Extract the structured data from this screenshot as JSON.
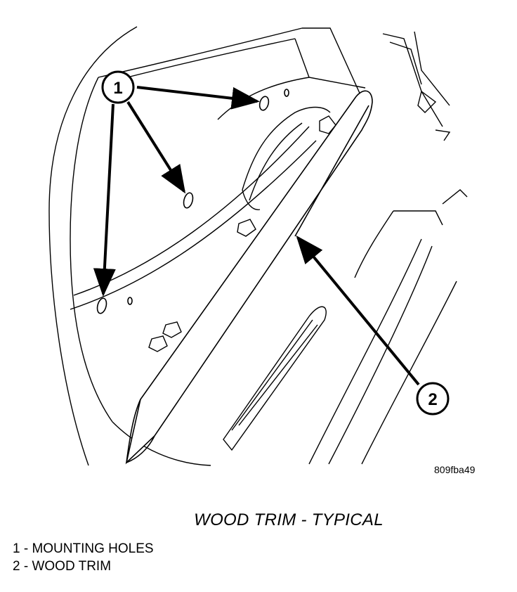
{
  "figure": {
    "figure_id": "809fba49",
    "callouts": [
      {
        "number": "1"
      },
      {
        "number": "2"
      }
    ]
  },
  "caption": "WOOD TRIM - TYPICAL",
  "legend": [
    {
      "text": "1 - MOUNTING HOLES"
    },
    {
      "text": "2 - WOOD TRIM"
    }
  ],
  "colors": {
    "line": "#000000",
    "background": "#ffffff"
  }
}
